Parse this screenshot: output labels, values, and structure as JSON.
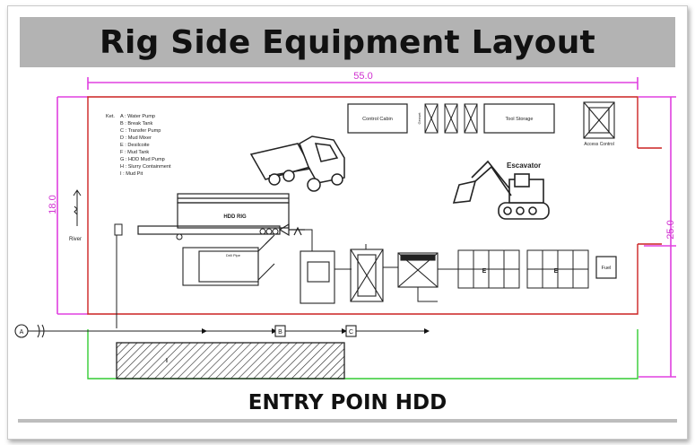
{
  "title": "Rig Side Equipment Layout",
  "footer": "ENTRY POIN HDD",
  "dimensions": {
    "width": "55.0",
    "height_left": "18.0",
    "height_right": "25.0"
  },
  "legend": {
    "heading": "Ket.",
    "items": [
      "A : Water Pump",
      "B : Break Tank",
      "C : Transfer Pump",
      "D : Mud Mixer",
      "E : Desilcoite",
      "F : Mud Tank",
      "G : HDD Mud Pump",
      "H : Slurry Containment",
      "I : Mud Pit"
    ]
  },
  "labels": {
    "control_cabin": "Control Cabin",
    "tool_storage": "Tool Storage",
    "access_control": "Access Control",
    "escavator": "Escavator",
    "hdd_rig": "HDD RIG",
    "drill_pipe": "Drill Pipe",
    "river": "River",
    "fuel": "Fuel",
    "e1": "E",
    "e2": "E",
    "node_a": "A",
    "node_b": "B",
    "node_c": "C",
    "mud_pit": "I",
    "generator": "Genset"
  },
  "colors": {
    "title_bar": "#b3b3b3",
    "pink": "#e040e0",
    "red": "#cc2222",
    "green": "#33cc33"
  }
}
